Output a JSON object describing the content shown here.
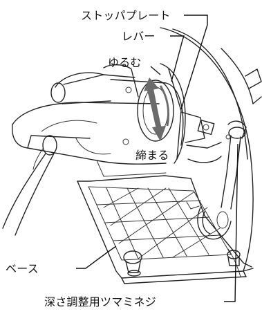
{
  "callouts": {
    "stopper_plate": "ストッパプレート",
    "lever": "レバー",
    "loosen": "ゆるむ",
    "tighten": "締まる",
    "base": "ベース",
    "depth_knob": "深さ調整用ツマミネジ"
  },
  "colors": {
    "line": "#222222",
    "arrow_gray": "#6b6b6b",
    "background": "#ffffff"
  },
  "icons": {
    "rotation_arrow": "double-headed-curved-arrow"
  }
}
